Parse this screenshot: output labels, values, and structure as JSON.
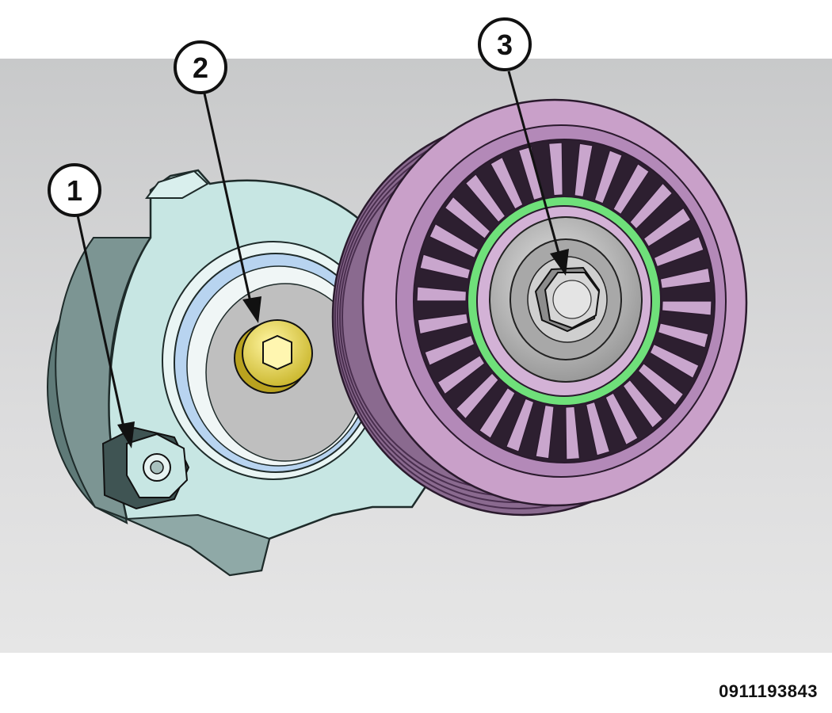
{
  "figure": {
    "id_label": "0911193843"
  },
  "callouts": [
    {
      "number": "1"
    },
    {
      "number": "2"
    },
    {
      "number": "3"
    }
  ],
  "colors": {
    "tensioner_body": "#c7e6e3",
    "tensioner_shadow": "#5f7a78",
    "bolt_yellow": "#f2e14a",
    "pulley_pink": "#c9a0c9",
    "pulley_dark": "#6e4f73",
    "bearing_green": "#6fe07a",
    "hub_gray": "#b9b9b9",
    "background_gray": "#d4d5d6"
  },
  "icons": {
    "tensioner": "tensioner-arm-body",
    "bolt": "hex-socket-bolt",
    "pulley": "idler-pulley",
    "nut": "hex-nut"
  }
}
